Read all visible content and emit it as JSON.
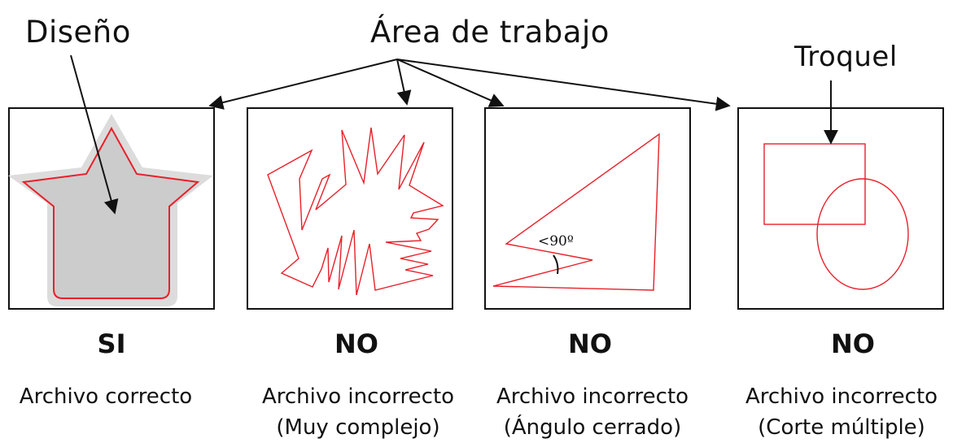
{
  "labels": {
    "design": "Diseño",
    "work_area": "Área de trabajo",
    "die": "Troquel",
    "angle": "<90º"
  },
  "panels": [
    {
      "verdict": "SI",
      "line1": "Archivo correcto",
      "line2": ""
    },
    {
      "verdict": "NO",
      "line1": "Archivo incorrecto",
      "line2": "(Muy complejo)"
    },
    {
      "verdict": "NO",
      "line1": "Archivo incorrecto",
      "line2": "(Ángulo cerrado)"
    },
    {
      "verdict": "NO",
      "line1": "Archivo incorrecto",
      "line2": "(Corte múltiple)"
    }
  ],
  "colors": {
    "cut_line": "#e8202a",
    "fill": "#cccccc",
    "halo": "#dcdcdc",
    "frame": "#111111"
  }
}
